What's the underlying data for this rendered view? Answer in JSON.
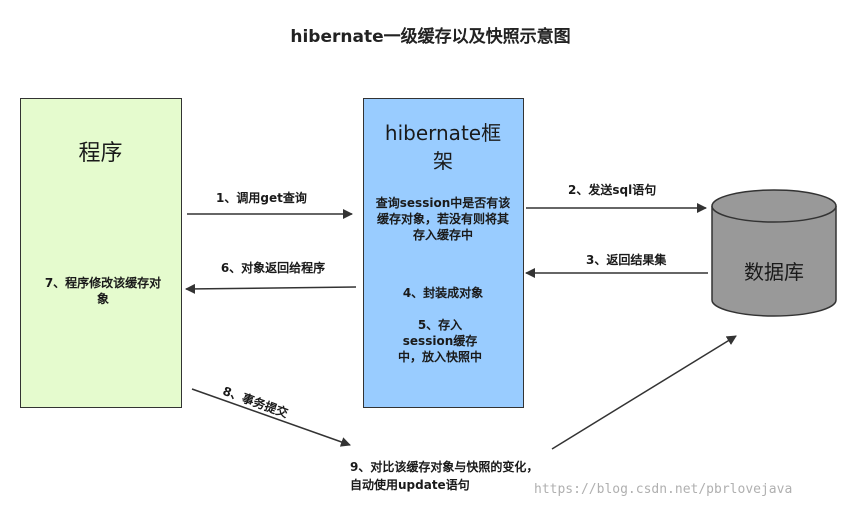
{
  "title": "hibernate一级缓存以及快照示意图",
  "nodes": {
    "program": {
      "label": "程序",
      "note": "7、程序修改该缓存对象",
      "fill": "#e5fbce"
    },
    "hibernate": {
      "label": "hibernate框架",
      "note_query": "查询session中是否有该缓存对象，若没有则将其存入缓存中",
      "note_encapsulate": "4、封装成对象",
      "note_store": "5、存入session缓存中，放入快照中",
      "fill": "#99ccff"
    },
    "database": {
      "label": "数据库",
      "fill": "#999999"
    }
  },
  "edges": {
    "e1": "1、调用get查询",
    "e2": "2、发送sql语句",
    "e3": "3、返回结果集",
    "e6": "6、对象返回给程序",
    "e8": "8、事务提交",
    "e9": "9、对比该缓存对象与快照的变化，自动使用update语句"
  },
  "watermark": "https://blog.csdn.net/pbrlovejava"
}
